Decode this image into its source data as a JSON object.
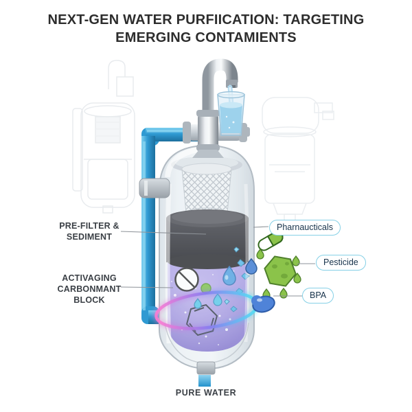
{
  "title": {
    "line1": "NEXT-GEN WATER PURFIICATION: TARGETING",
    "line2": "EMERGING CONTAMIENTS"
  },
  "callouts": {
    "pre_filter": "PRE-FILTER &\nSEDIMENT",
    "carbon_block": "ACTIVAGING\nCARBONMANT\nBLOCK",
    "pharmaceuticals": "Pharnaucticals",
    "pesticide": "Pesticide",
    "bpa": "BPA",
    "pure_water": "PURE WATER"
  },
  "illustration": {
    "components": [
      "faucet-icon",
      "water-glass-icon",
      "inlet-pipe",
      "pipe-clamp",
      "filter-canister",
      "mesh-pre-filter",
      "carbon-block",
      "purification-chamber",
      "prohibition-icon",
      "benzene-molecule-icon",
      "water-droplet-icon",
      "sparkles",
      "purification-swirl",
      "capsule-pill-icon",
      "pesticide-blob-icon",
      "bpa-droplet-icon",
      "outlet-pipe",
      "ghost-filter-outline-left",
      "ghost-filter-outline-right"
    ],
    "colors": {
      "pipe_blue": "#2f9ad2",
      "chamber_purple": "#8f7fd6",
      "carbon_black": "#26262b",
      "pesticide_green": "#8bc34a",
      "droplet_blue": "#4f9fe0",
      "pill_border": "#85d0e6",
      "swirl_pink": "#ff7bd1",
      "swirl_cyan": "#4fe3f4",
      "label_text": "#3a3f45"
    }
  }
}
